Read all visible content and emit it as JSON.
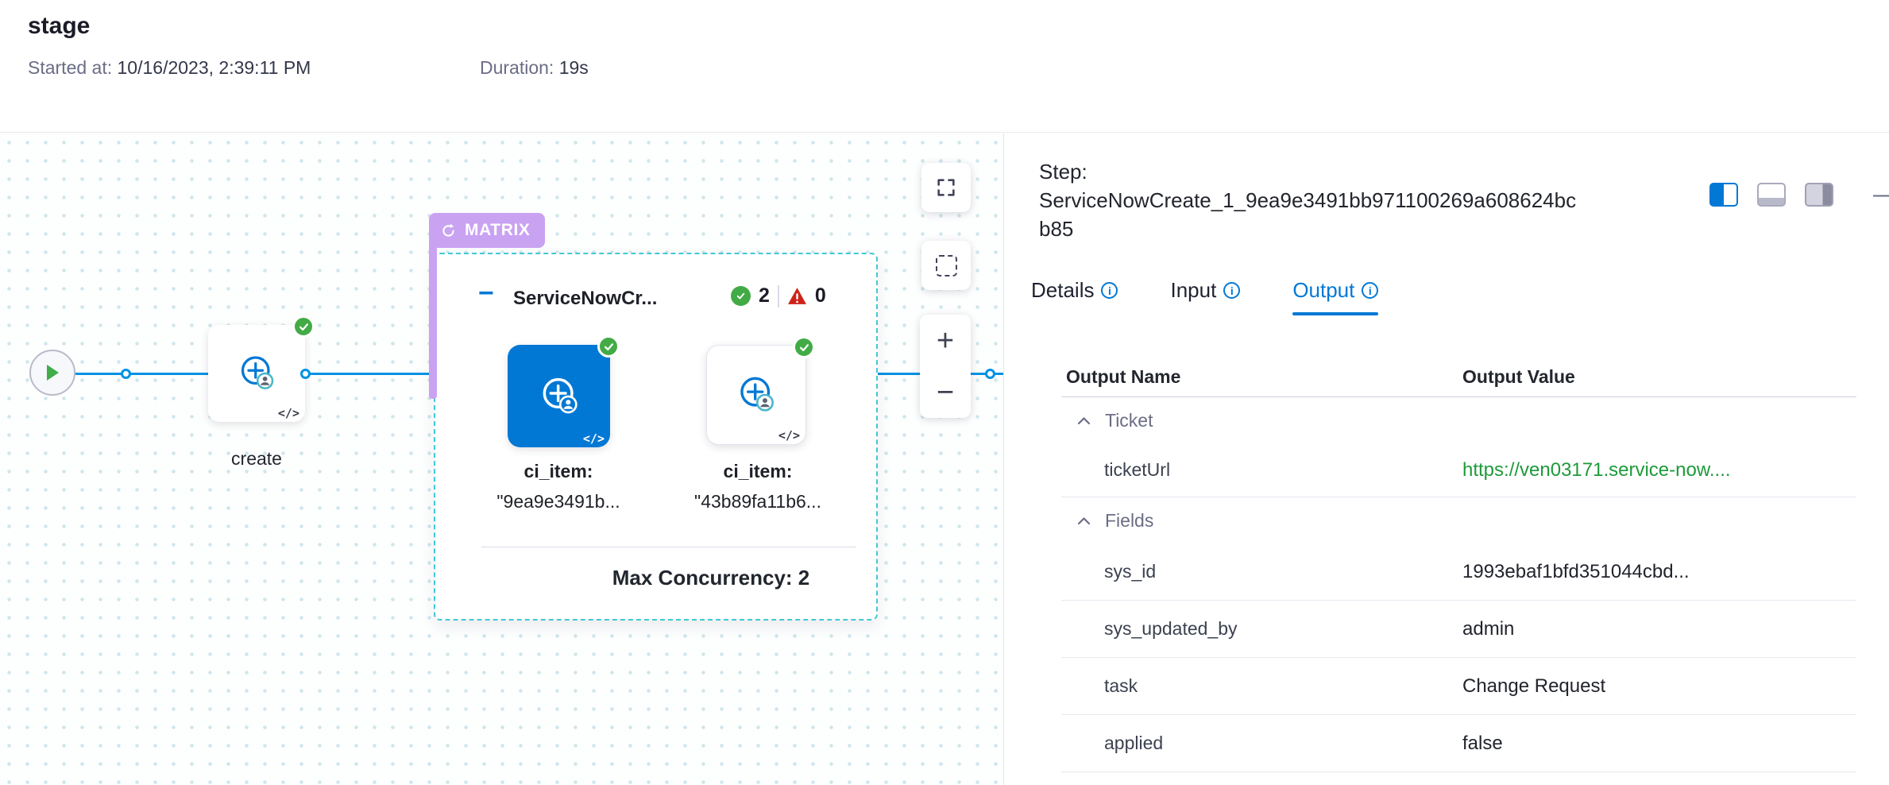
{
  "header": {
    "title": "stage",
    "started_label": "Started at:",
    "started_value": "10/16/2023, 2:39:11 PM",
    "duration_label": "Duration:",
    "duration_value": "19s"
  },
  "canvas": {
    "code_glyph": "</>",
    "create_node": {
      "label": "create"
    },
    "matrix": {
      "badge": "MATRIX",
      "collapse_glyph": "−",
      "title": "ServiceNowCr...",
      "success_count": "2",
      "failed_count": "0",
      "items": [
        {
          "label": "ci_item:",
          "value": "\"9ea9e3491b..."
        },
        {
          "label": "ci_item:",
          "value": "\"43b89fa11b6..."
        }
      ],
      "max_concurrency": "Max Concurrency: 2"
    },
    "controls": {
      "zoom_in": "+",
      "zoom_out": "−"
    }
  },
  "panel": {
    "step_label": "Step:",
    "step_name": "ServiceNowCreate_1_9ea9e3491bb971100269a608624bcb85",
    "minimize_glyph": "—",
    "tabs": [
      {
        "label": "Details"
      },
      {
        "label": "Input"
      },
      {
        "label": "Output"
      }
    ],
    "active_tab": "Output",
    "table": {
      "col_name": "Output Name",
      "col_value": "Output Value",
      "sections": [
        {
          "title": "Ticket",
          "rows": [
            {
              "name": "ticketUrl",
              "value": "https://ven03171.service-now...."
            }
          ]
        },
        {
          "title": "Fields",
          "rows": [
            {
              "name": "sys_id",
              "value": "1993ebaf1bfd351044cbd..."
            },
            {
              "name": "sys_updated_by",
              "value": "admin"
            },
            {
              "name": "task",
              "value": "Change Request"
            },
            {
              "name": "applied",
              "value": "false"
            }
          ]
        }
      ]
    }
  },
  "colors": {
    "accent_blue": "#0278d5",
    "edge_blue": "#0092e4",
    "success_green": "#42ab45",
    "link_green": "#1e9a3a",
    "matrix_purple": "#c9a2f2",
    "matrix_dash_teal": "#41c8d5",
    "error_red": "#ce2219"
  }
}
